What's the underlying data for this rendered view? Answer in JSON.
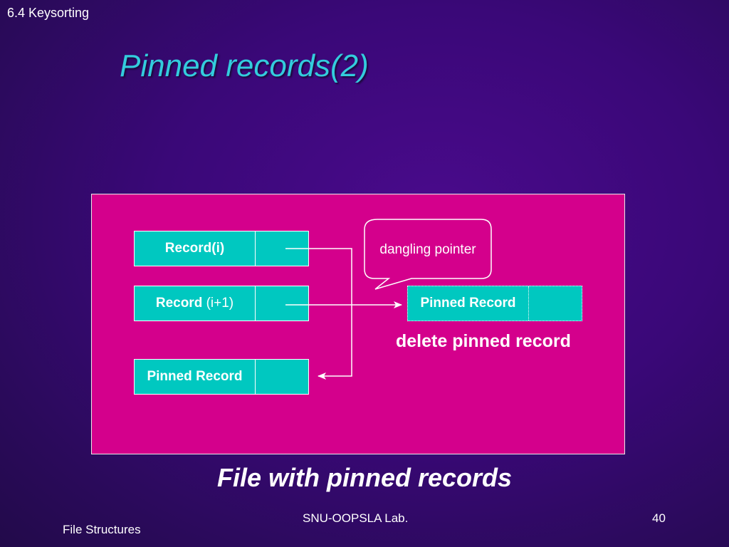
{
  "header": {
    "section": "6.4 Keysorting",
    "title": "Pinned records(2)"
  },
  "diagram": {
    "records": [
      {
        "label_bold": "Record(i)",
        "label_plain": ""
      },
      {
        "label_bold": "Record",
        "label_plain": " (i+1)"
      },
      {
        "label_bold": "Pinned Record",
        "label_plain": ""
      }
    ],
    "pinned_target": "Pinned Record",
    "callout": "dangling pointer",
    "delete_label": "delete pinned record"
  },
  "caption": "File with pinned records",
  "footer": {
    "left": "File Structures",
    "center": "SNU-OOPSLA Lab.",
    "page": "40"
  },
  "colors": {
    "panel": "#d4008c",
    "cell": "#00c8c0",
    "title": "#33ccdd"
  }
}
